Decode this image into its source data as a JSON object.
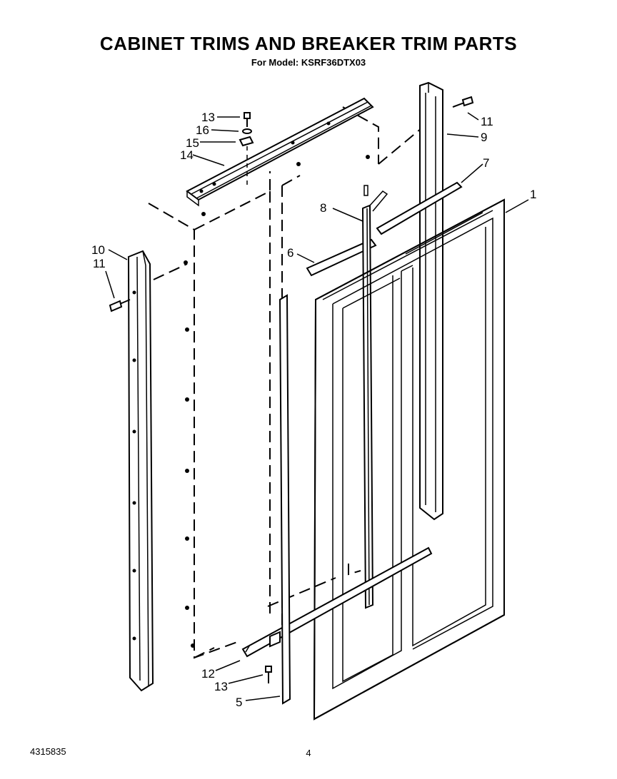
{
  "header": {
    "title": "CABINET TRIMS AND BREAKER TRIM PARTS",
    "subtitle": "For Model: KSRF36DTX03"
  },
  "footer": {
    "doc_number": "4315835",
    "page_number": "4"
  },
  "callouts": {
    "c13_top": "13",
    "c16": "16",
    "c15": "15",
    "c14": "14",
    "c11_top": "11",
    "c9": "9",
    "c7": "7",
    "c1": "1",
    "c8": "8",
    "c6": "6",
    "c10": "10",
    "c11_left": "11",
    "c12": "12",
    "c13_bottom": "13",
    "c5": "5"
  }
}
